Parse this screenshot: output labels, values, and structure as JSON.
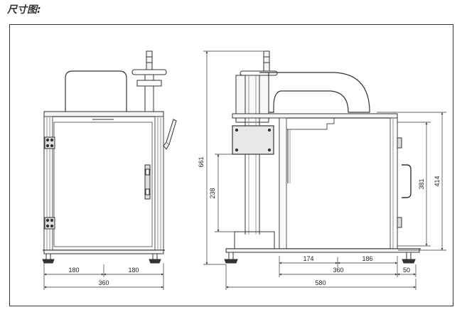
{
  "heading": "尺寸图:",
  "colors": {
    "line": "#333333",
    "profile": "#555555",
    "fill": "#eeeeee"
  },
  "front_view": {
    "widths": {
      "left": "180",
      "right": "180",
      "total": "360"
    }
  },
  "side_view": {
    "heights": {
      "total": "661",
      "column": "238",
      "cabinet": "381",
      "frame": "414"
    },
    "widths": {
      "a": "174",
      "b": "186",
      "c": "360",
      "d": "50",
      "total": "580"
    }
  }
}
